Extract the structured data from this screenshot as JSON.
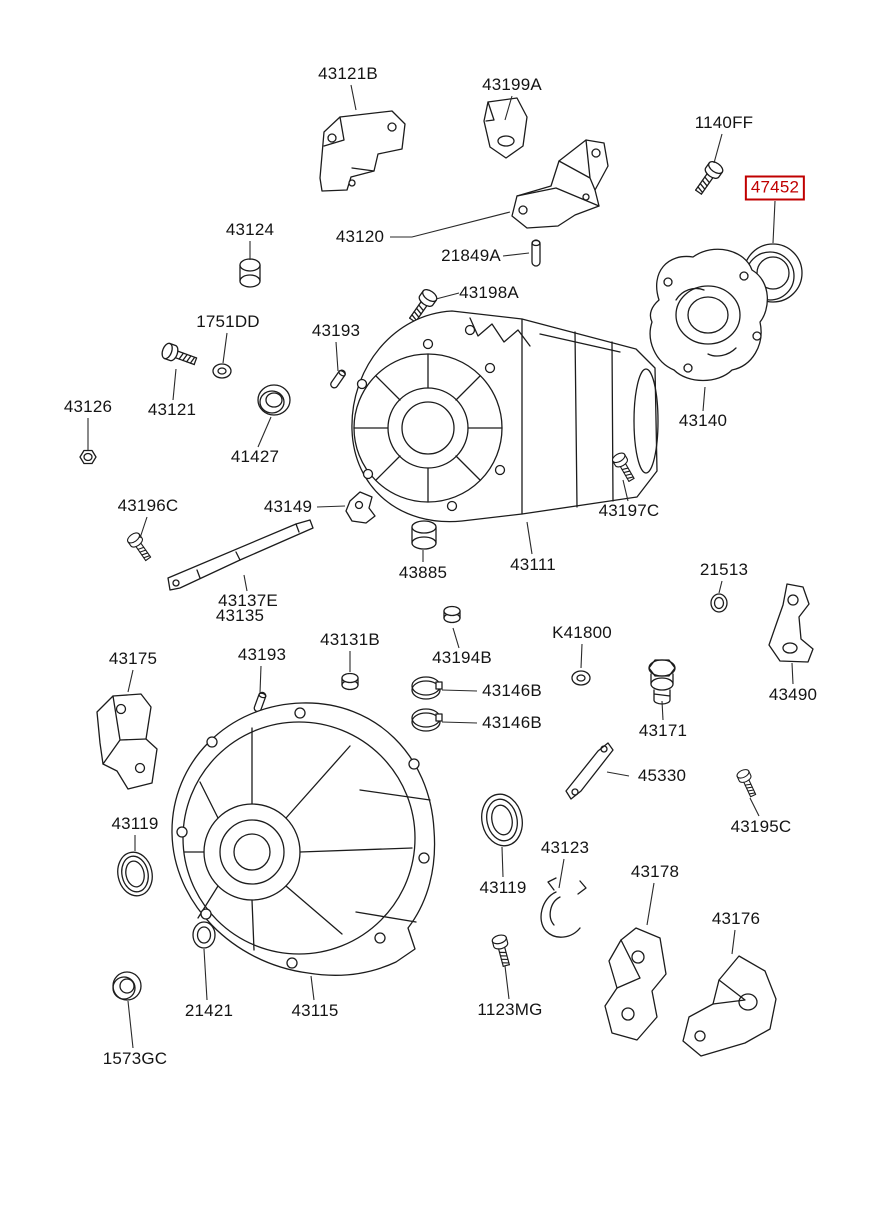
{
  "diagram": {
    "highlighted_part": "47452"
  },
  "colors": {
    "highlight": "#c00000",
    "line": "#1c1c1c",
    "background": "#ffffff"
  },
  "labels": {
    "43121B": "43121B",
    "43199A": "43199A",
    "1140FF": "1140FF",
    "47452": "47452",
    "43124": "43124",
    "43120": "43120",
    "21849A": "21849A",
    "43198A": "43198A",
    "1751DD": "1751DD",
    "43193_a": "43193",
    "43126": "43126",
    "43121": "43121",
    "41427": "41427",
    "43140": "43140",
    "43196C": "43196C",
    "43149": "43149",
    "43197C": "43197C",
    "43111": "43111",
    "43885": "43885",
    "21513": "21513",
    "43137E": "43137E",
    "43135": "43135",
    "K41800": "K41800",
    "43131B": "43131B",
    "43193_b": "43193",
    "43194B": "43194B",
    "43175": "43175",
    "43146B_a": "43146B",
    "43146B_b": "43146B",
    "43490": "43490",
    "43171": "43171",
    "45330": "45330",
    "43195C": "43195C",
    "43119_a": "43119",
    "43123": "43123",
    "43178": "43178",
    "43119_b": "43119",
    "43176": "43176",
    "21421": "21421",
    "43115": "43115",
    "1123MG": "1123MG",
    "1573GC": "1573GC"
  }
}
